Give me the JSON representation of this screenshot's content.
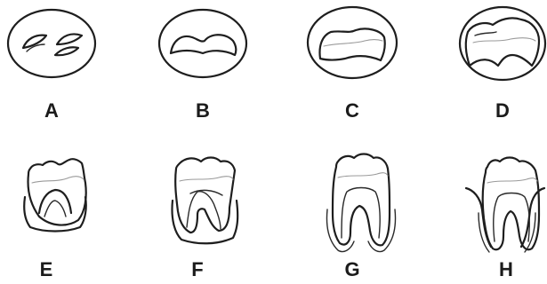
{
  "panels": [
    {
      "id": "A",
      "label": "A"
    },
    {
      "id": "B",
      "label": "B"
    },
    {
      "id": "C",
      "label": "C"
    },
    {
      "id": "D",
      "label": "D"
    },
    {
      "id": "E",
      "label": "E"
    },
    {
      "id": "F",
      "label": "F"
    },
    {
      "id": "G",
      "label": "G"
    },
    {
      "id": "H",
      "label": "H"
    }
  ]
}
